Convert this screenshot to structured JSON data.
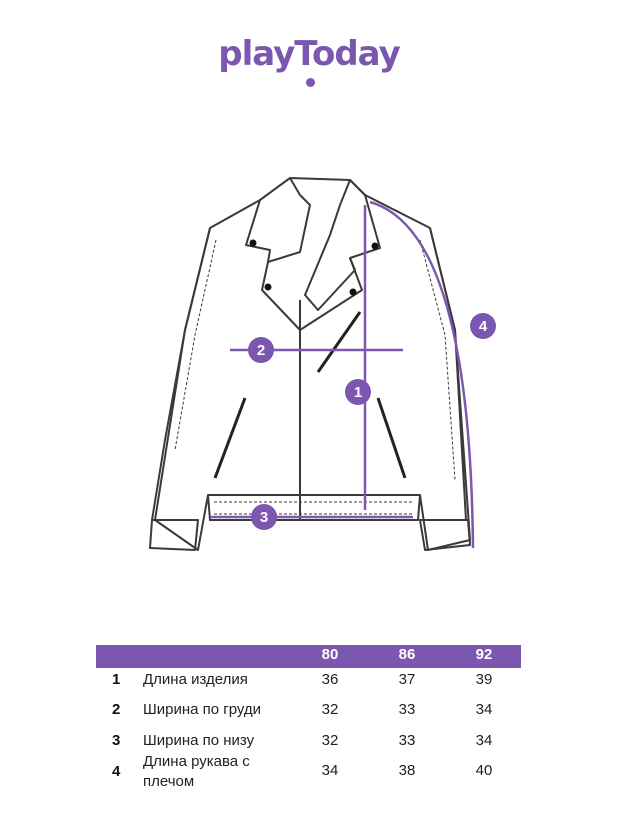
{
  "brand": {
    "logo": "playToday"
  },
  "colors": {
    "accent": "#7b57b0",
    "line": "#3a3a3a"
  },
  "diagram": {
    "markers": [
      "1",
      "2",
      "3",
      "4"
    ]
  },
  "table": {
    "sizes": [
      "80",
      "86",
      "92"
    ],
    "rows": [
      {
        "num": "1",
        "label": "Длина изделия",
        "values": [
          "36",
          "37",
          "39"
        ]
      },
      {
        "num": "2",
        "label": "Ширина по груди",
        "values": [
          "32",
          "33",
          "34"
        ]
      },
      {
        "num": "3",
        "label": "Ширина по низу",
        "values": [
          "32",
          "33",
          "34"
        ]
      },
      {
        "num": "4",
        "label": "Длина рукава с плечом",
        "values": [
          "34",
          "38",
          "40"
        ]
      }
    ]
  }
}
